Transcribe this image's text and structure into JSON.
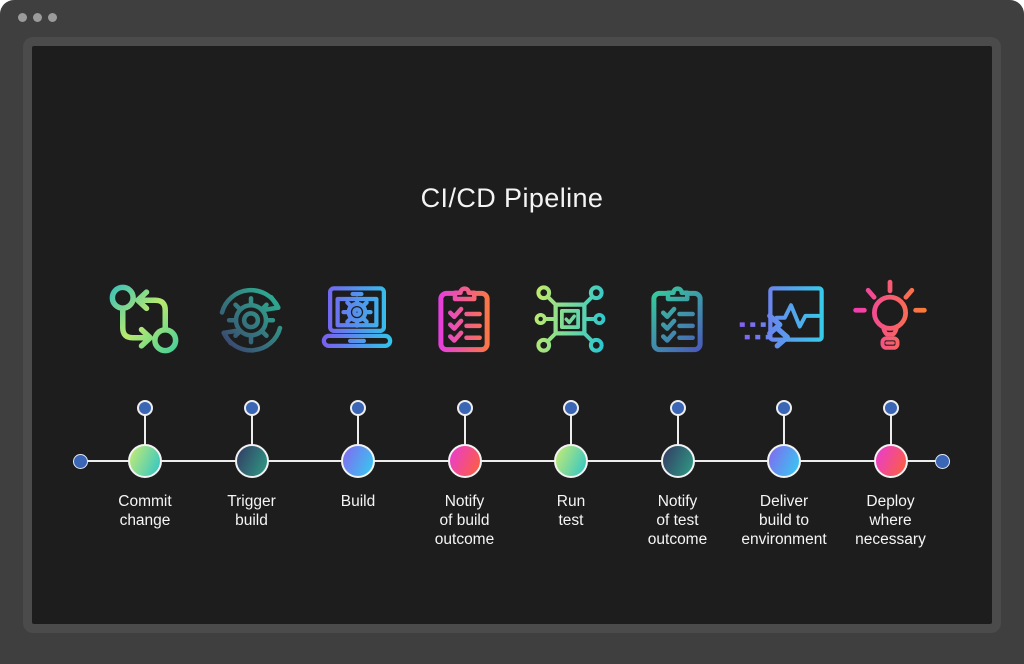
{
  "title": "CI/CD Pipeline",
  "window": {
    "controls_icon": "three-dots-menu"
  },
  "colors": {
    "frame": "#3f3f3f",
    "panel_border": "#4b4b4b",
    "panel_bg": "#1d1d1d",
    "timeline_line": "#ededed",
    "node_blue": "#3a66b5",
    "text": "#f4f4f4",
    "gradients": {
      "lime-teal": [
        "#c9ec73",
        "#2cc4c8"
      ],
      "navy-teal": [
        "#333a63",
        "#2f9d85"
      ],
      "purple-cyan": [
        "#8467ef",
        "#33cdf1"
      ],
      "magenta-orange": [
        "#e93ad8",
        "#fc6136"
      ]
    }
  },
  "pipeline": {
    "steps": [
      {
        "label": "Commit\nchange",
        "icon": "git-compare-icon",
        "gradient": "lime-teal"
      },
      {
        "label": "Trigger\nbuild",
        "icon": "gear-sync-icon",
        "gradient": "navy-teal"
      },
      {
        "label": "Build",
        "icon": "laptop-gear-icon",
        "gradient": "purple-cyan"
      },
      {
        "label": "Notify\nof build\noutcome",
        "icon": "clipboard-checklist-icon",
        "gradient": "magenta-orange"
      },
      {
        "label": "Run\ntest",
        "icon": "chip-check-icon",
        "gradient": "lime-teal"
      },
      {
        "label": "Notify\nof test\noutcome",
        "icon": "clipboard-checklist-icon",
        "gradient": "navy-teal"
      },
      {
        "label": "Deliver\nbuild to\nenvironment",
        "icon": "monitor-pulse-arrows-icon",
        "gradient": "purple-cyan"
      },
      {
        "label": "Deploy\nwhere\nnecessary",
        "icon": "lightbulb-icon",
        "gradient": "magenta-orange"
      }
    ]
  }
}
